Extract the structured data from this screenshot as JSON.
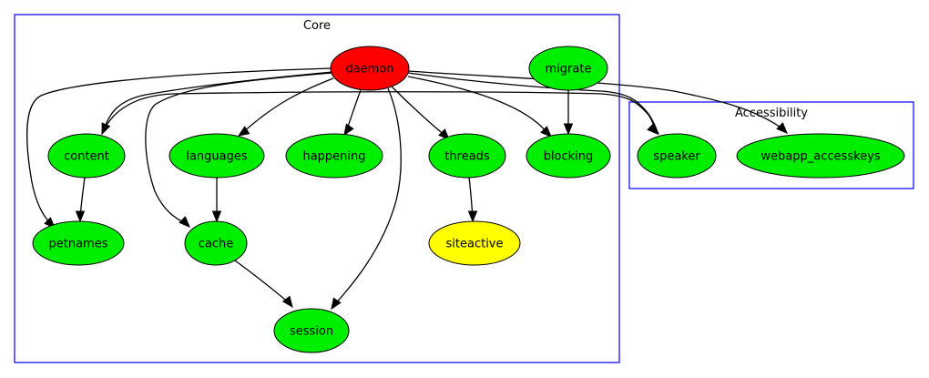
{
  "colors": {
    "cluster_border": "#0000ff",
    "red": "#ff0000",
    "green": "#00ee00",
    "yellow": "#ffff00"
  },
  "clusters": [
    {
      "id": "core",
      "label": "Core"
    },
    {
      "id": "accessibility",
      "label": "Accessibility"
    }
  ],
  "nodes": [
    {
      "id": "daemon",
      "label": "daemon",
      "color": "red"
    },
    {
      "id": "migrate",
      "label": "migrate",
      "color": "green"
    },
    {
      "id": "content",
      "label": "content",
      "color": "green"
    },
    {
      "id": "languages",
      "label": "languages",
      "color": "green"
    },
    {
      "id": "happening",
      "label": "happening",
      "color": "green"
    },
    {
      "id": "threads",
      "label": "threads",
      "color": "green"
    },
    {
      "id": "blocking",
      "label": "blocking",
      "color": "green"
    },
    {
      "id": "petnames",
      "label": "petnames",
      "color": "green"
    },
    {
      "id": "cache",
      "label": "cache",
      "color": "green"
    },
    {
      "id": "siteactive",
      "label": "siteactive",
      "color": "yellow"
    },
    {
      "id": "session",
      "label": "session",
      "color": "green"
    },
    {
      "id": "speaker",
      "label": "speaker",
      "color": "green"
    },
    {
      "id": "webapp_accesskeys",
      "label": "webapp_accesskeys",
      "color": "green"
    }
  ],
  "edges": [
    {
      "from": "daemon",
      "to": "content"
    },
    {
      "from": "daemon",
      "to": "petnames"
    },
    {
      "from": "daemon",
      "to": "languages"
    },
    {
      "from": "daemon",
      "to": "happening"
    },
    {
      "from": "daemon",
      "to": "threads"
    },
    {
      "from": "daemon",
      "to": "blocking"
    },
    {
      "from": "daemon",
      "to": "cache"
    },
    {
      "from": "daemon",
      "to": "session"
    },
    {
      "from": "daemon",
      "to": "speaker"
    },
    {
      "from": "daemon",
      "to": "webapp_accesskeys"
    },
    {
      "from": "migrate",
      "to": "blocking"
    },
    {
      "from": "content",
      "to": "petnames"
    },
    {
      "from": "languages",
      "to": "cache"
    },
    {
      "from": "threads",
      "to": "siteactive"
    },
    {
      "from": "cache",
      "to": "session"
    },
    {
      "from": "content",
      "to": "speaker"
    }
  ]
}
